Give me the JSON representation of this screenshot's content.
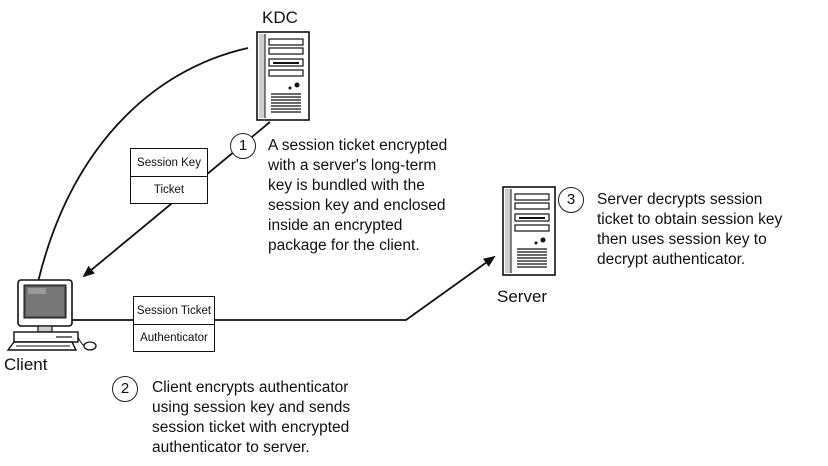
{
  "nodes": {
    "kdc": {
      "label": "KDC",
      "icon": "server-tower-icon"
    },
    "server": {
      "label": "Server",
      "icon": "server-tower-icon"
    },
    "client": {
      "label": "Client",
      "icon": "desktop-computer-icon"
    }
  },
  "packets": {
    "kdc_to_client": {
      "row1": "Session Key",
      "row2": "Ticket"
    },
    "client_to_server": {
      "row1": "Session Ticket",
      "row2": "Authenticator"
    }
  },
  "steps": [
    {
      "num": "1",
      "text": "A session ticket encrypted\nwith a server's long-term\nkey is bundled with the\nsession key and enclosed\ninside an encrypted\npackage for the client."
    },
    {
      "num": "2",
      "text": "Client encrypts authenticator\nusing session key and sends\nsession ticket with encrypted\nauthenticator to server."
    },
    {
      "num": "3",
      "text": "Server decrypts session\nticket to obtain session key\nthen uses session key to\ndecrypt authenticator."
    }
  ]
}
